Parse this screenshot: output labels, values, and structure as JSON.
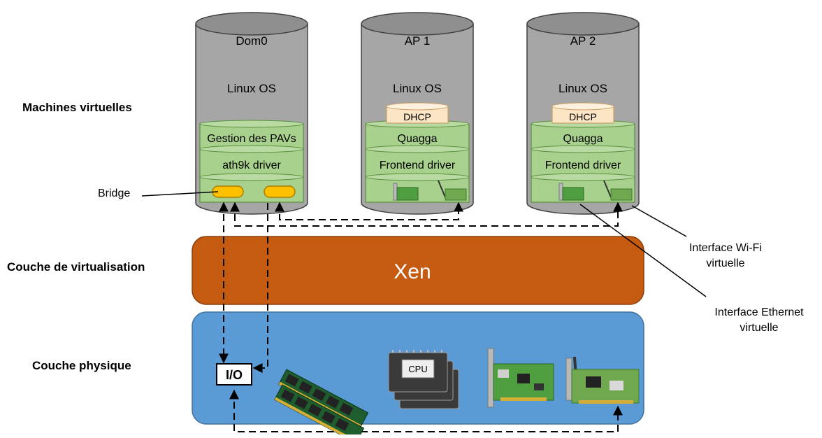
{
  "layers": {
    "virtual_machines": "Machines virtuelles",
    "virtualization": "Couche de virtualisation",
    "physical": "Couche physique"
  },
  "vms": [
    {
      "name": "Dom0",
      "os": "Linux OS",
      "layers": [
        "Gestion des PAVs",
        "ath9k driver"
      ]
    },
    {
      "name": "AP 1",
      "os": "Linux OS",
      "service": "DHCP",
      "layers": [
        "Quagga",
        "Frontend driver"
      ]
    },
    {
      "name": "AP 2",
      "os": "Linux OS",
      "service": "DHCP",
      "layers": [
        "Quagga",
        "Frontend driver"
      ]
    }
  ],
  "hypervisor": "Xen",
  "io_label": "I/O",
  "cpu_label": "CPU",
  "callouts": {
    "bridge": "Bridge",
    "wifi_line1": "Interface Wi-Fi",
    "wifi_line2": "virtuelle",
    "eth_line1": "Interface Ethernet",
    "eth_line2": "virtuelle"
  },
  "colors": {
    "cylinder": "#a6a6a6",
    "layer_green": "#a9d18e",
    "dhcp": "#fbe5c4",
    "xen": "#c55a11",
    "physical": "#5b9bd5",
    "bridge_port": "#ffc000"
  }
}
